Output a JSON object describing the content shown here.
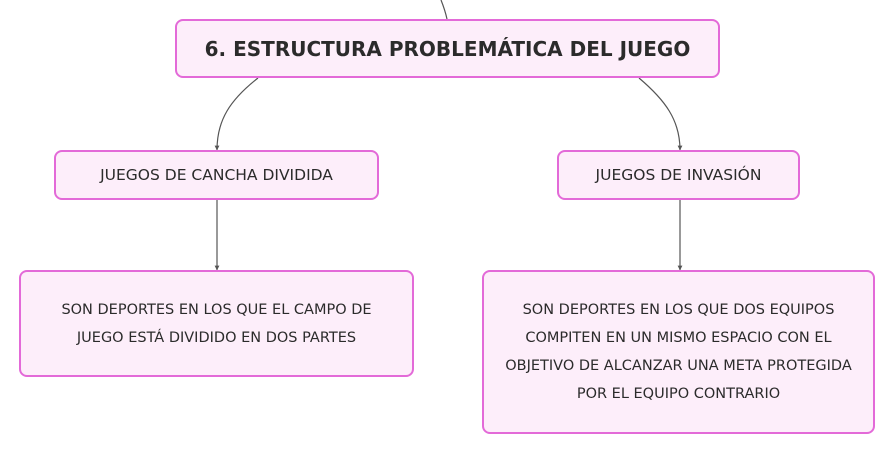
{
  "diagram": {
    "root": {
      "label": "6. ESTRUCTURA PROBLEMÁTICA DEL JUEGO"
    },
    "branches": [
      {
        "label": "JUEGOS DE CANCHA DIVIDIDA",
        "description": "SON DEPORTES EN LOS QUE EL CAMPO DE JUEGO ESTÁ DIVIDIDO EN DOS PARTES"
      },
      {
        "label": "JUEGOS DE INVASIÓN",
        "description": "SON DEPORTES EN LOS QUE DOS EQUIPOS COMPITEN EN UN MISMO ESPACIO CON EL OBJETIVO DE ALCANZAR UNA META PROTEGIDA POR EL EQUIPO CONTRARIO"
      }
    ],
    "colors": {
      "node_border": "#e36ad8",
      "node_fill": "#fdeefa",
      "connector": "#555555"
    }
  }
}
